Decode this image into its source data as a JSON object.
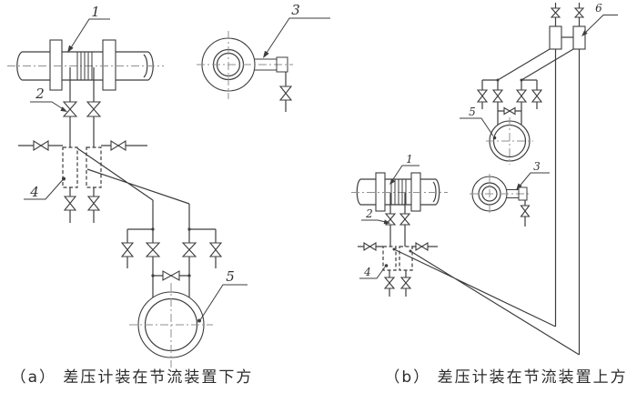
{
  "figure": {
    "colors": {
      "background": "#ffffff",
      "line": "#3d3d3d",
      "centerline": "#8f8f8f",
      "text": "#2b2b2b"
    },
    "diagram_a": {
      "caption": "（a） 差压计装在节流装置下方",
      "labels": {
        "orifice": "1",
        "tap_valve": "2",
        "pipe_section": "3",
        "condensate_pot": "4",
        "dp_gauge": "5"
      }
    },
    "diagram_b": {
      "caption": "（b） 差压计装在节流装置上方",
      "labels": {
        "orifice": "1",
        "tap_valve": "2",
        "pipe_section": "3",
        "condensate_pot": "4",
        "dp_gauge": "5",
        "gas_collector": "6"
      }
    }
  }
}
